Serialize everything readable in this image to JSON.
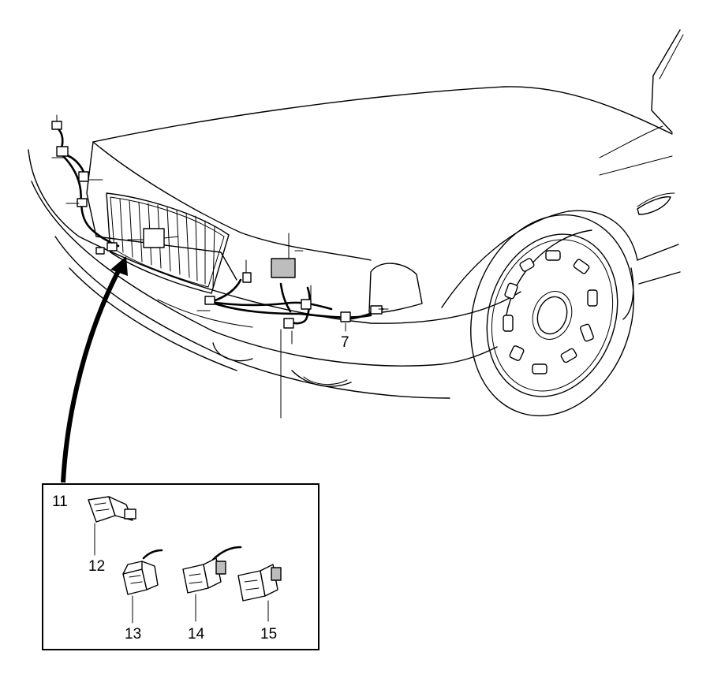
{
  "callouts": {
    "c7": "7",
    "c11": "11",
    "c12": "12",
    "c13": "13",
    "c14": "14",
    "c15": "15"
  },
  "colors": {
    "line": "#000000",
    "background": "#ffffff",
    "connector_shade": "#bdbdbd"
  }
}
